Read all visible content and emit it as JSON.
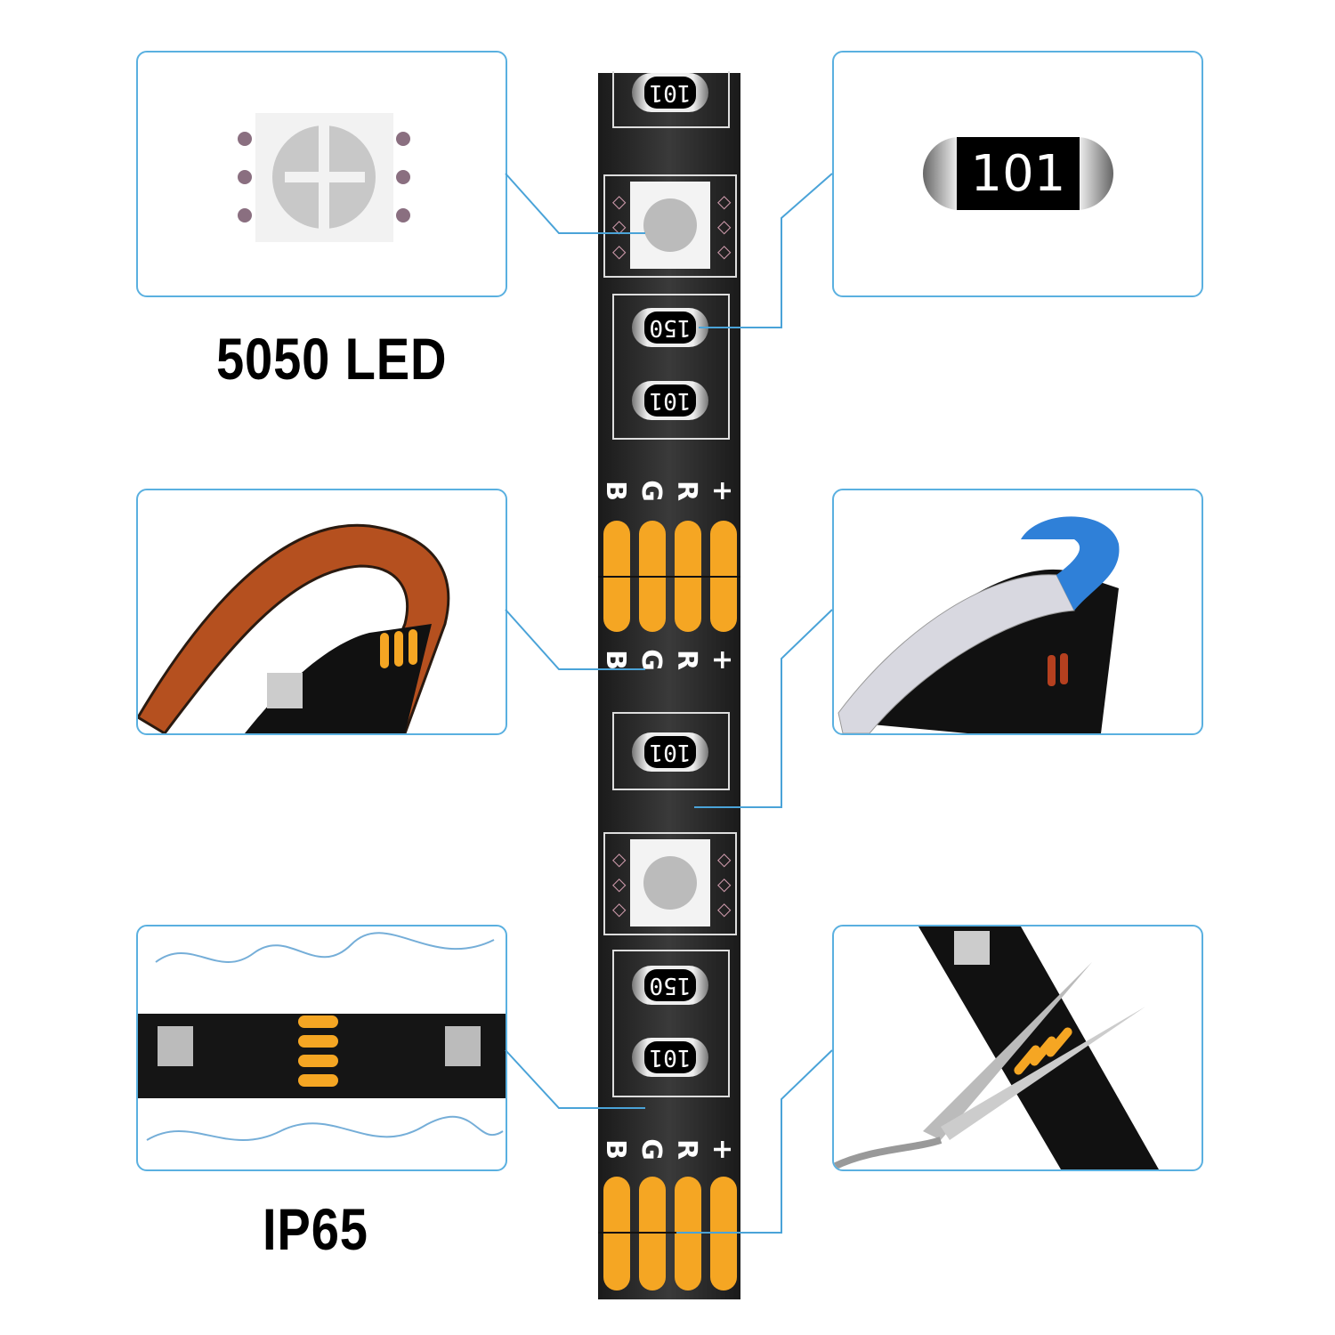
{
  "labels": {
    "led_type": "5050 LED",
    "waterproof": "IP65"
  },
  "resistor_detail": {
    "code": "101"
  },
  "strip": {
    "resistor_codes": [
      "101",
      "150",
      "101",
      "101",
      "150",
      "101"
    ],
    "pad_labels": [
      "B",
      "G",
      "R",
      "+"
    ]
  },
  "colors": {
    "accent": "#5ab0e0",
    "pad": "#f5a623",
    "strip": "#2a2a2a"
  }
}
